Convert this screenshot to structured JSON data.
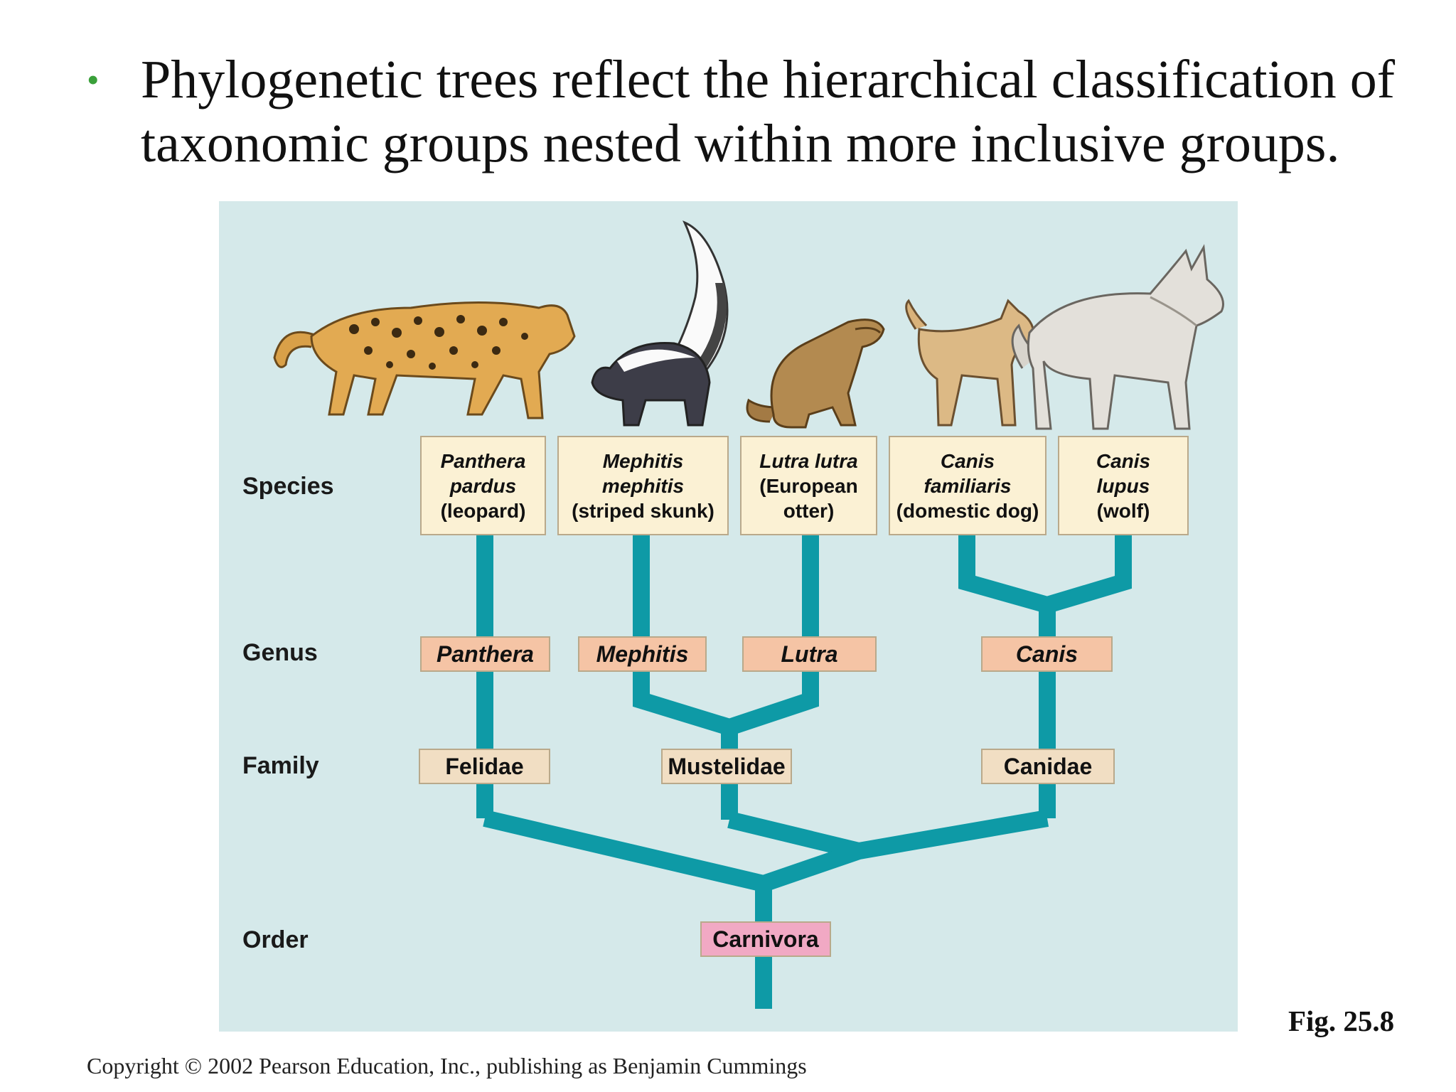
{
  "title": {
    "line1": "Phylogenetic trees reflect the hierarchical classification of",
    "line2": "taxonomic groups nested within more inclusive groups."
  },
  "bullet": "•",
  "ranks": {
    "species": "Species",
    "genus": "Genus",
    "family": "Family",
    "order": "Order"
  },
  "species": [
    {
      "name1": "Panthera",
      "name2": "pardus",
      "common": "(leopard)"
    },
    {
      "name1": "Mephitis",
      "name2": "mephitis",
      "common": "(striped skunk)"
    },
    {
      "name1": "Lutra lutra",
      "name2": "(European",
      "common": "otter)"
    },
    {
      "name1": "Canis",
      "name2": "familiaris",
      "common": "(domestic dog)"
    },
    {
      "name1": "Canis",
      "name2": "lupus",
      "common": "(wolf)"
    }
  ],
  "genera": [
    "Panthera",
    "Mephitis",
    "Lutra",
    "Canis"
  ],
  "families": [
    "Felidae",
    "Mustelidae",
    "Canidae"
  ],
  "order": "Carnivora",
  "figure_label": "Fig. 25.8",
  "copyright": "Copyright © 2002 Pearson Education, Inc., publishing as Benjamin Cummings",
  "colors": {
    "branch": "#0e9aa6",
    "panel": "#d5e9ea",
    "bullet": "#3aa03a"
  },
  "animals": [
    "leopard-illustration",
    "skunk-illustration",
    "otter-illustration",
    "dog-illustration",
    "wolf-illustration"
  ]
}
